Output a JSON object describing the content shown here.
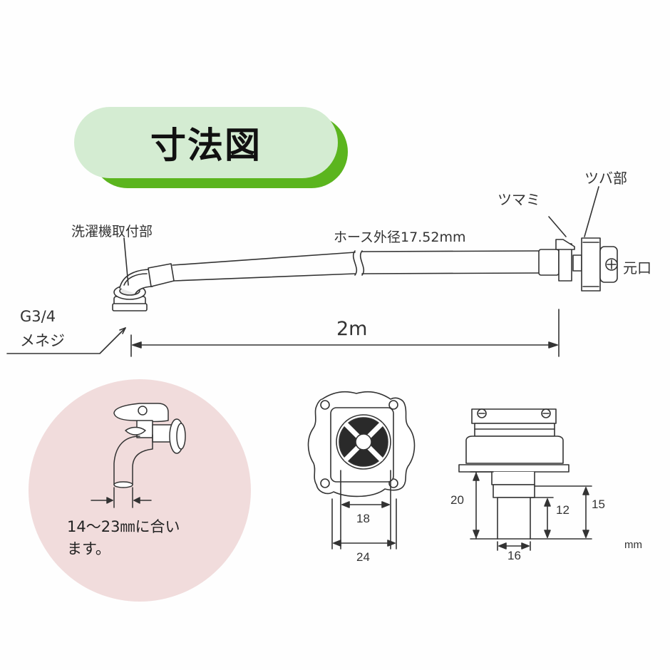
{
  "title": "寸法図",
  "labels": {
    "washer_mount": "洗濯機取付部",
    "thread": "G3/4",
    "thread_type": "メネジ",
    "hose_od": "ホース外径17.52mm",
    "knob": "ツマミ",
    "flange": "ツバ部",
    "source": "元口",
    "length": "2m"
  },
  "faucet_fit": {
    "line1": "14～23㎜に合い",
    "line2": "ます。"
  },
  "dimensions": {
    "front_inner": "18",
    "front_outer": "24",
    "side_height": "20",
    "side_inner": "12",
    "side_outer": "15",
    "side_width": "16",
    "unit": "mm"
  },
  "colors": {
    "title_bg": "#d4ecd2",
    "title_shadow": "#5bb51e",
    "fit_circle": "#f1dcdc",
    "line": "#333333"
  }
}
